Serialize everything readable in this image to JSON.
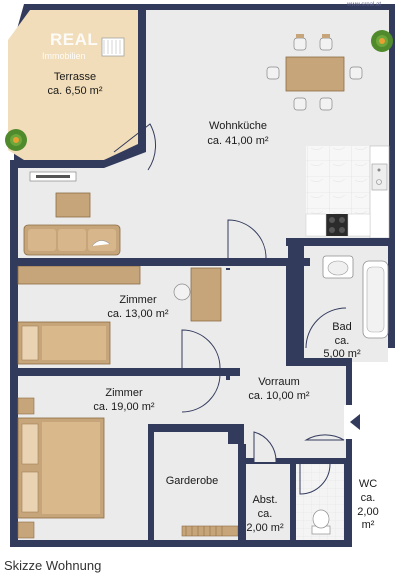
{
  "header": {
    "site": "www.sreal.at"
  },
  "logo": {
    "main": "REAL",
    "sub": "Immobilien"
  },
  "rooms": {
    "terrasse": {
      "name": "Terrasse",
      "area": "ca. 6,50 m²"
    },
    "wohnkueche": {
      "name": "Wohnküche",
      "area": "ca. 41,00 m²"
    },
    "zimmer1": {
      "name": "Zimmer",
      "area": "ca. 13,00 m²"
    },
    "zimmer2": {
      "name": "Zimmer",
      "area": "ca. 19,00 m²"
    },
    "bad": {
      "name": "Bad",
      "line2": "ca.",
      "area": "5,00 m²"
    },
    "vorraum": {
      "name": "Vorraum",
      "area": "ca. 10,00 m²"
    },
    "garderobe": {
      "name": "Garderobe"
    },
    "abst": {
      "name": "Abst.",
      "line2": "ca.",
      "area": "2,00 m²"
    },
    "wc": {
      "name": "WC",
      "line2": "ca.",
      "line3": "2,00",
      "area": "m²"
    }
  },
  "caption": "Skizze Wohnung",
  "colors": {
    "wall": "#333b5d",
    "floor": "#ebebeb",
    "terrace": "#f1ddb9",
    "wood": "#c7a57a",
    "tile": "#f5f5f5",
    "plant": "#4f8a2c",
    "flower": "#e8a033"
  }
}
